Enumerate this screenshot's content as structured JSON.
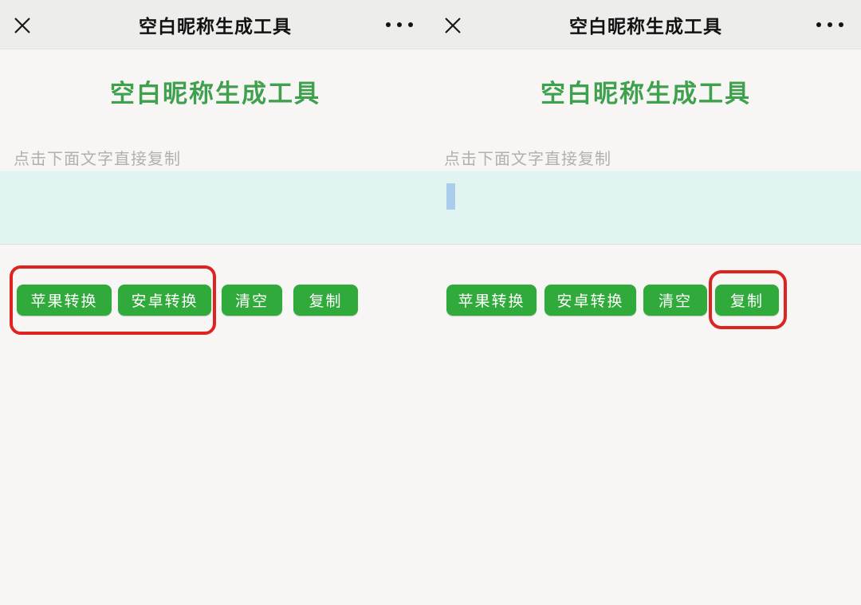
{
  "colors": {
    "header_bg": "#ededec",
    "page_bg": "#f7f6f4",
    "heading_green": "#3fa14e",
    "button_green": "#2faa3b",
    "textarea_bg": "#e2f4f2",
    "annotation_red": "#dd2420",
    "tip_gray": "#b2b0ad",
    "caret_blue": "#abcdec"
  },
  "screens": [
    {
      "header": {
        "title": "空白昵称生成工具",
        "close_icon": "close-icon",
        "more_icon": "more-icon"
      },
      "heading": "空白昵称生成工具",
      "tip": "点击下面文字直接复制",
      "textarea": {
        "value": "",
        "has_selection_caret": false
      },
      "buttons": [
        {
          "label": "苹果转换",
          "annotated": true
        },
        {
          "label": "安卓转换",
          "annotated": true
        },
        {
          "label": "清空",
          "annotated": false
        },
        {
          "label": "复制",
          "annotated": false
        }
      ]
    },
    {
      "header": {
        "title": "空白昵称生成工具",
        "close_icon": "close-icon",
        "more_icon": "more-icon"
      },
      "heading": "空白昵称生成工具",
      "tip": "点击下面文字直接复制",
      "textarea": {
        "value": "",
        "has_selection_caret": true
      },
      "buttons": [
        {
          "label": "苹果转换",
          "annotated": false
        },
        {
          "label": "安卓转换",
          "annotated": false
        },
        {
          "label": "清空",
          "annotated": false
        },
        {
          "label": "复制",
          "annotated": true
        }
      ]
    }
  ]
}
